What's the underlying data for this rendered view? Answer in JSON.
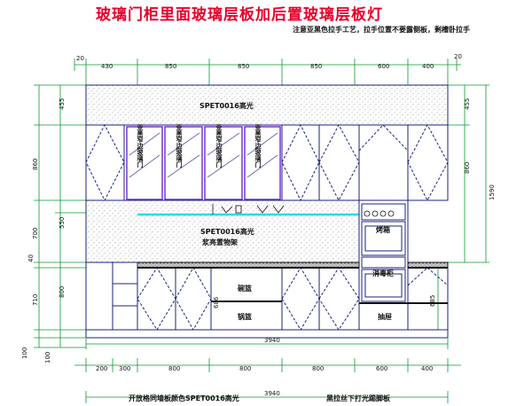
{
  "title": "玻璃门柜里面玻璃层板加后置玻璃层板灯",
  "note": "注意亚黑色拉手工艺，拉手位置不要露侧板，剩槽卧拉手",
  "top_dims": [
    "20",
    "430",
    "850",
    "850",
    "850",
    "600",
    "400",
    "20"
  ],
  "left_dims": [
    "455",
    "860",
    "550",
    "700",
    "40",
    "710",
    "800",
    "100",
    "100"
  ],
  "right_dims": [
    "455",
    "1590",
    "860",
    "685"
  ],
  "bottom_dims": [
    "200",
    "300",
    "800",
    "800",
    "800",
    "600",
    "400"
  ],
  "inner_dim": "686",
  "total_width": "3940",
  "total_width_lower": "3940",
  "upper_material": "SPET0016高光",
  "backsplash_material": "SPET0016高光",
  "backsplash_note": "浆亮置物架",
  "glass_door_label": "亚黑窄边玻璃门",
  "oven_label": "烤箱",
  "steamer_label": "消毒柜",
  "drawer_labels": {
    "bowl": "碗篮",
    "pot": "锅篮",
    "pull": "抽屉"
  },
  "footer_left": "开放格同墙板颜色SPET0016高光",
  "footer_right": "黑拉丝下打光踢脚板",
  "colors": {
    "title": "#e8002a",
    "dim_line": "#0a9a2e",
    "cabinet": "#1a237e",
    "glass": "#6a28d0",
    "light": "#2ad8f0",
    "granite": "#a8a8a8"
  }
}
